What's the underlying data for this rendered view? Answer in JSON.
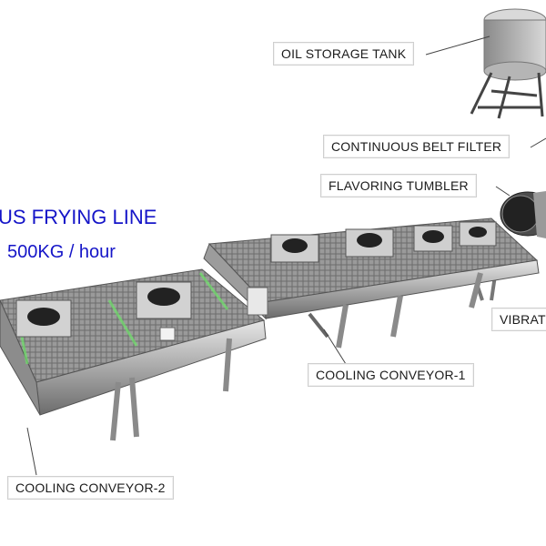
{
  "headline": {
    "line1": "US FRYING LINE",
    "line2": "500KG / hour"
  },
  "labels": {
    "oil_storage_tank": "OIL STORAGE TANK",
    "continuous_belt_filter": "CONTINUOUS BELT FILTER",
    "flavoring_tumbler": "FLAVORING TUMBLER",
    "vibrator": "VIBRAT",
    "cooling_conveyor_1": "COOLING CONVEYOR-1",
    "cooling_conveyor_2": "COOLING CONVEYOR-2"
  },
  "colors": {
    "headline": "#1515c8",
    "steel_light": "#c9c9c9",
    "steel_dark": "#6e6e6e",
    "accent_green": "#6fe36a"
  }
}
